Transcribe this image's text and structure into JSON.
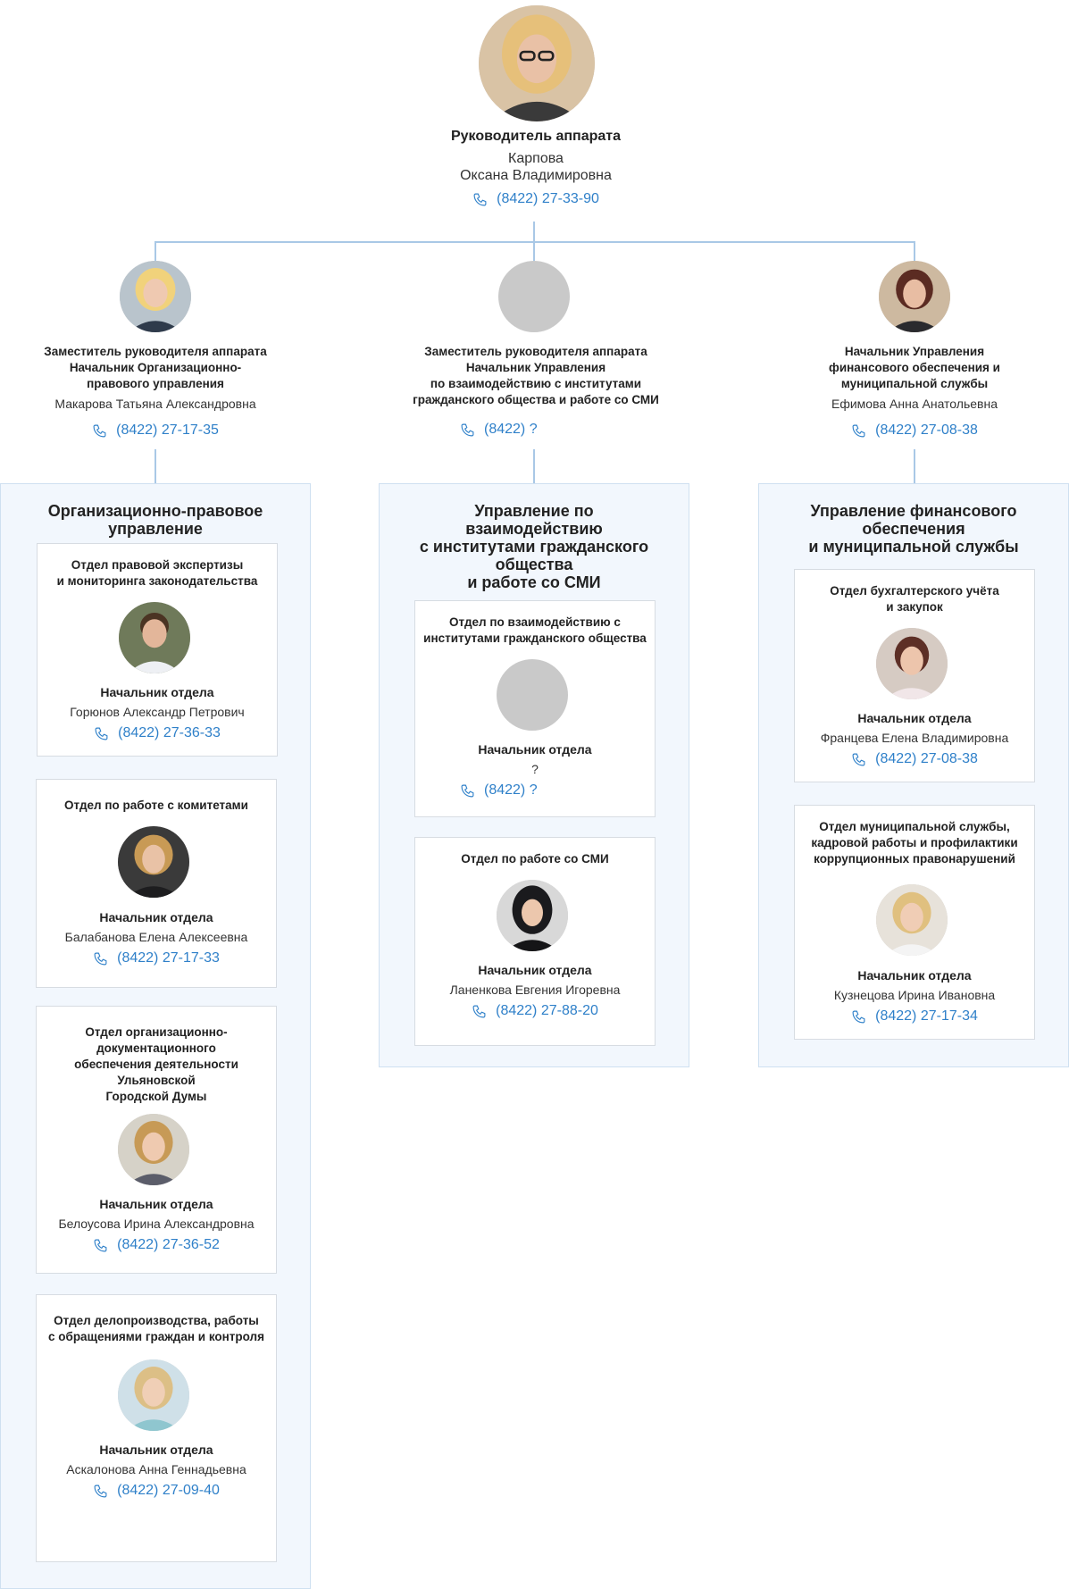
{
  "colors": {
    "accent": "#2f80c9",
    "line": "#a9c8e6",
    "panel_bg": "#f2f7fd"
  },
  "icons": {
    "phone": "phone-icon",
    "photo": "person-photo",
    "placeholder": "avatar-placeholder"
  },
  "head": {
    "title": "Руководитель аппарата",
    "name": "Карпова\nОксана Владимировна",
    "phone": "(8422) 27-33-90"
  },
  "deputies": [
    {
      "title": "Заместитель руководителя аппарата\nНачальник Организационно-\nправового управления",
      "name": "Макарова Татьяна Александровна",
      "phone": "(8422) 27-17-35"
    },
    {
      "title": "Заместитель руководителя аппарата\nНачальник Управления\nпо взаимодействию с институтами\nгражданского общества и работе со СМИ",
      "name": "",
      "phone": "(8422) ?"
    },
    {
      "title": "Начальник Управления\nфинансового обеспечения и\nмуниципальной службы",
      "name": "Ефимова Анна Анатольевна",
      "phone": "(8422) 27-08-38"
    }
  ],
  "departments": [
    {
      "title": "Организационно-правовое\nуправление",
      "units": [
        {
          "title": "Отдел правовой экспертизы\nи мониторинга законодательства",
          "role": "Начальник отдела",
          "name": "Горюнов Александр Петрович",
          "phone": "(8422) 27-36-33"
        },
        {
          "title": "Отдел по работе с комитетами",
          "role": "Начальник отдела",
          "name": "Балабанова Елена Алексеевна",
          "phone": "(8422) 27-17-33"
        },
        {
          "title": "Отдел организационно-\nдокументационного\nобеспечения деятельности\nУльяновской\nГородской Думы",
          "role": "Начальник отдела",
          "name": "Белоусова Ирина Александровна",
          "phone": "(8422) 27-36-52"
        },
        {
          "title": "Отдел делопроизводства, работы\nс обращениями граждан и контроля",
          "role": "Начальник отдела",
          "name": "Аскалонова Анна Геннадьевна",
          "phone": "(8422) 27-09-40"
        }
      ]
    },
    {
      "title": "Управление по\nвзаимодействию\nс институтами гражданского\nобщества\nи работе со СМИ",
      "units": [
        {
          "title": "Отдел по взаимодействию с\nинститутами гражданского общества",
          "role": "Начальник отдела",
          "name": "?",
          "phone": "(8422) ?"
        },
        {
          "title": "Отдел по работе со СМИ",
          "role": "Начальник отдела",
          "name": "Ланенкова Евгения Игоревна",
          "phone": "(8422) 27-88-20"
        }
      ]
    },
    {
      "title": "Управление финансового\nобеспечения\nи муниципальной службы",
      "units": [
        {
          "title": "Отдел бухгалтерского учёта\nи закупок",
          "role": "Начальник отдела",
          "name": "Францева Елена Владимировна",
          "phone": "(8422) 27-08-38"
        },
        {
          "title": "Отдел муниципальной службы,\nкадровой работы и профилактики\nкоррупционных правонарушений",
          "role": "Начальник отдела",
          "name": "Кузнецова Ирина Ивановна",
          "phone": "(8422) 27-17-34"
        }
      ]
    }
  ]
}
